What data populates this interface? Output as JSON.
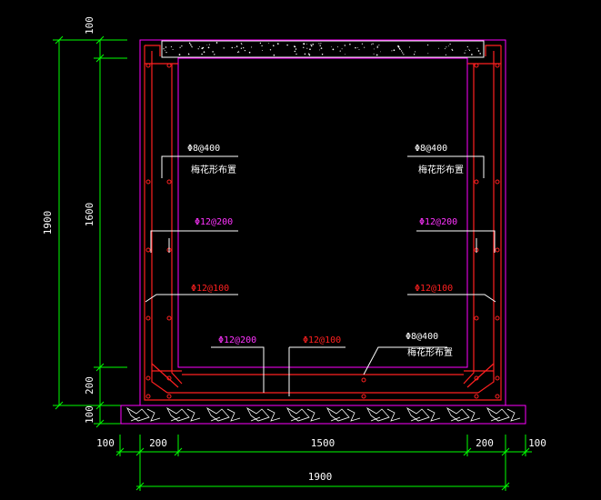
{
  "dimensions": {
    "left_outer": "1900",
    "left_top": "100",
    "left_mid": "1600",
    "left_bottom": "200",
    "left_base": "100",
    "bottom_left_100": "100",
    "bottom_left_200": "200",
    "bottom_mid": "1500",
    "bottom_right_200": "200",
    "bottom_right_100": "100",
    "bottom_total": "1900"
  },
  "rebar_labels": {
    "left_dist": "Φ8@400",
    "left_dist_note": "梅花形布置",
    "right_dist": "Φ8@400",
    "right_dist_note": "梅花形布置",
    "left_vert": "Φ12@200",
    "right_vert": "Φ12@200",
    "left_haunch": "Φ12@100",
    "right_haunch": "Φ12@100",
    "bottom_left": "Φ12@200",
    "bottom_mid": "Φ12@100",
    "bottom_dist": "Φ8@400",
    "bottom_dist_note": "梅花形布置"
  },
  "colors": {
    "background": "#000000",
    "dimension": "#00ff00",
    "wall": "#ff00ff",
    "rebar_red": "#ff2020",
    "rebar_magenta": "#ff33ff",
    "leader": "#ffffff"
  }
}
